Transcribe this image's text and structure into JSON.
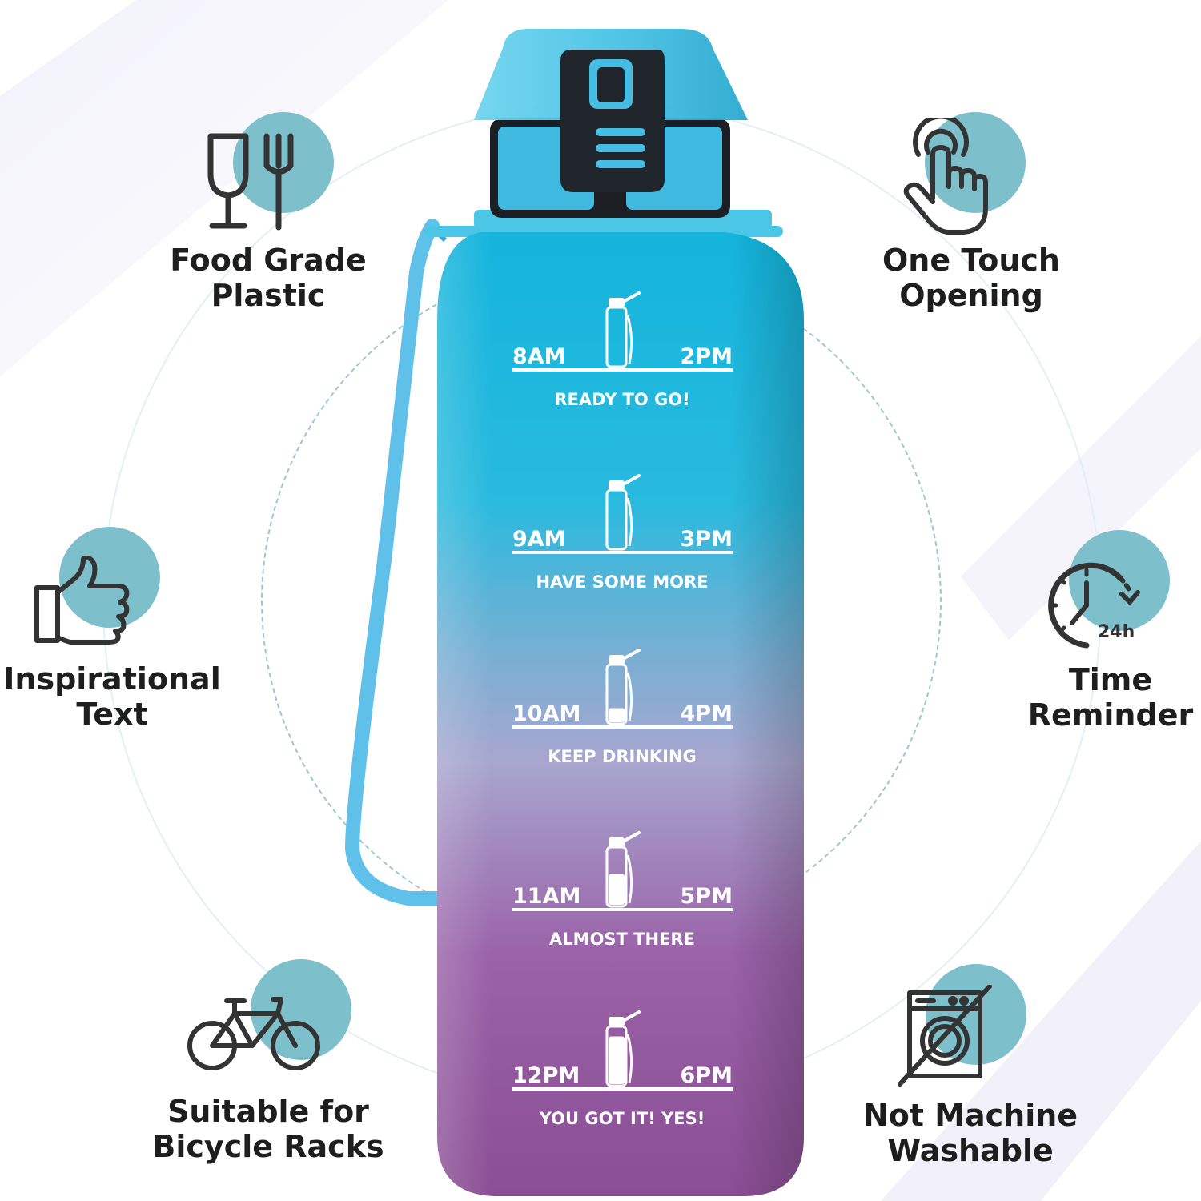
{
  "colors": {
    "accent_blob": "#7dbfcb",
    "icon_stroke": "#333333",
    "bottle_top": "#12b7dd",
    "bottle_mid": "#a9aed3",
    "bottle_bottom": "#8e4f96",
    "lid": "#53c8e6",
    "strap": "#5fc0ea"
  },
  "features": [
    {
      "id": "food-grade",
      "label": "Food Grade\nPlastic",
      "icon": "glass-fork-icon"
    },
    {
      "id": "one-touch",
      "label": "One Touch\nOpening",
      "icon": "touch-hand-icon"
    },
    {
      "id": "inspirational",
      "label": "Inspirational\nText",
      "icon": "thumbs-up-icon"
    },
    {
      "id": "time-reminder",
      "label": "Time\nReminder",
      "icon": "clock-24h-icon",
      "icon_text": "24h"
    },
    {
      "id": "bicycle",
      "label": "Suitable for\nBicycle Racks",
      "icon": "bicycle-icon"
    },
    {
      "id": "not-washable",
      "label": "Not Machine\nWashable",
      "icon": "no-washing-machine-icon"
    }
  ],
  "bottle": {
    "markers": [
      {
        "left": "8AM",
        "right": "2PM",
        "message": "READY TO GO!",
        "fill": 0.0
      },
      {
        "left": "9AM",
        "right": "3PM",
        "message": "HAVE SOME MORE",
        "fill": 0.0
      },
      {
        "left": "10AM",
        "right": "4PM",
        "message": "KEEP DRINKING",
        "fill": 0.25
      },
      {
        "left": "11AM",
        "right": "5PM",
        "message": "ALMOST THERE",
        "fill": 0.55
      },
      {
        "left": "12PM",
        "right": "6PM",
        "message": "YOU GOT IT! YES!",
        "fill": 0.85
      }
    ]
  }
}
